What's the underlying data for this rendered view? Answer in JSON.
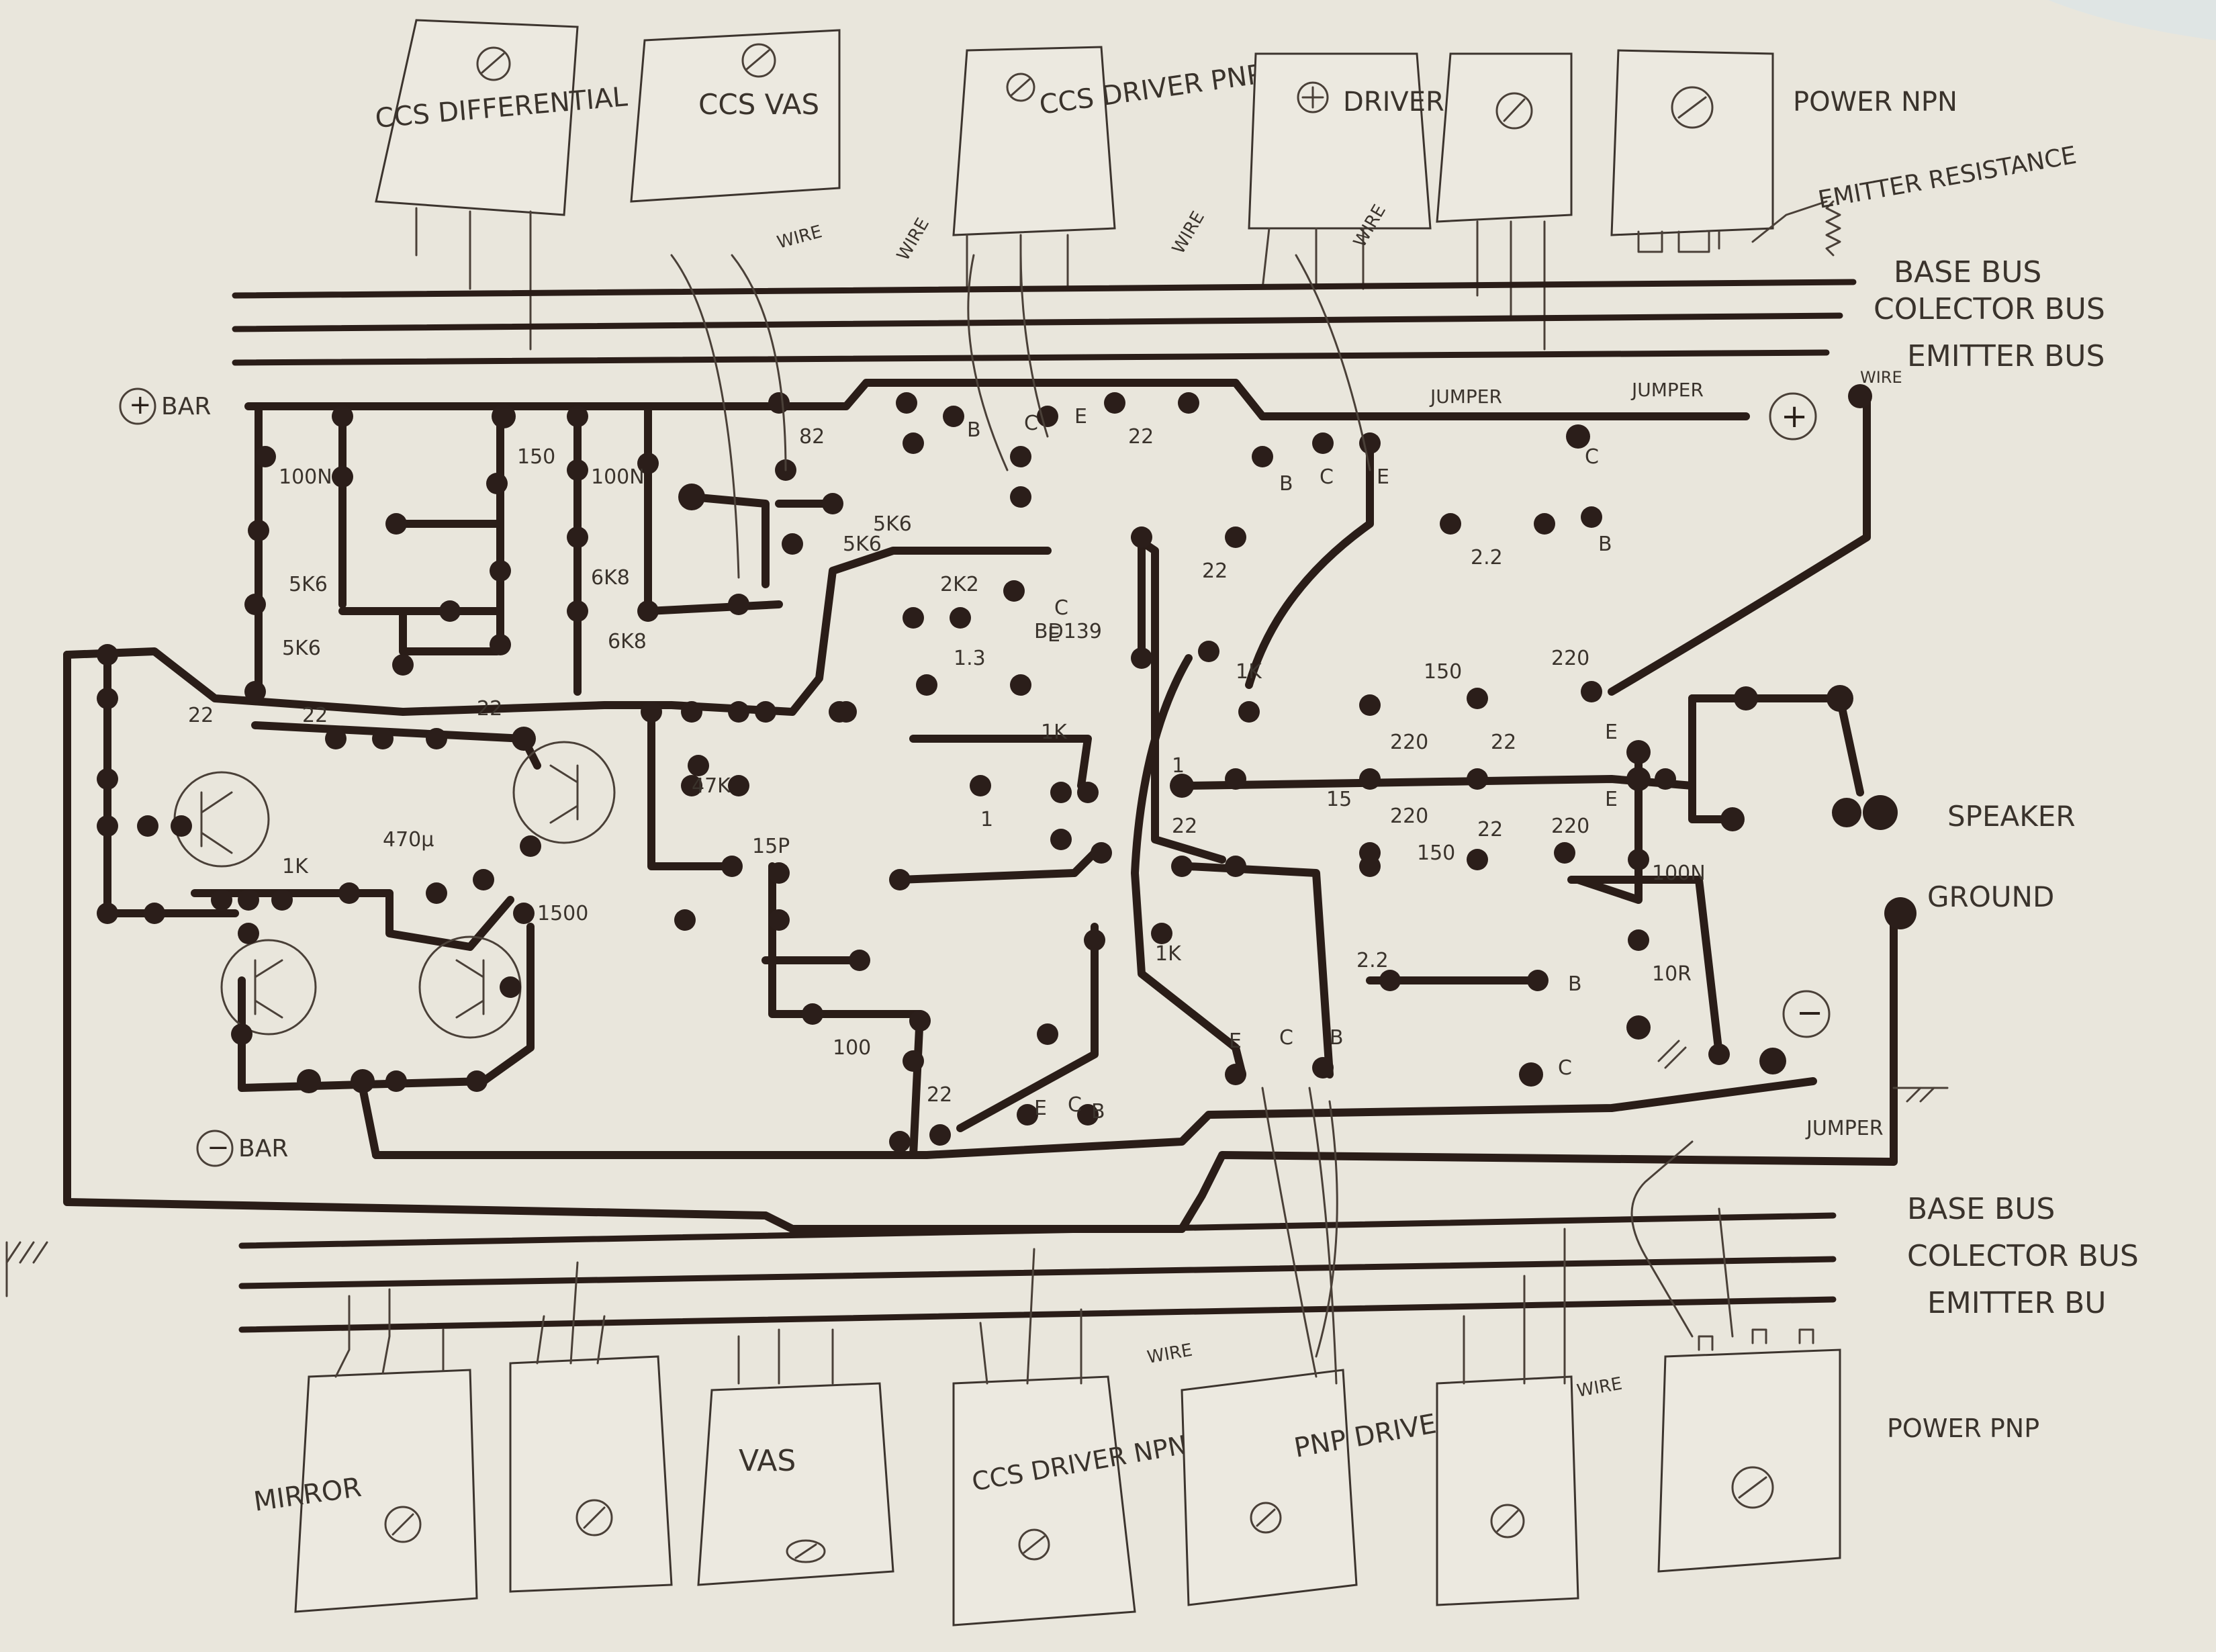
{
  "sheet": {
    "paper_color": "#e9e6dc",
    "ink_color": "#2a1d18"
  },
  "top_devices": [
    {
      "id": "ccs-differential",
      "label": "CCS DIFFERENTIAL"
    },
    {
      "id": "ccs-vas",
      "label": "CCS VAS"
    },
    {
      "id": "ccs-driver-pnp",
      "label": "CCS DRIVER PNP"
    },
    {
      "id": "driver-npn",
      "label": "DRIVER NPN"
    },
    {
      "id": "npn-output-1",
      "label": ""
    },
    {
      "id": "power-npn",
      "label": "POWER NPN"
    }
  ],
  "bottom_devices": [
    {
      "id": "mirror",
      "label": "MIRROR"
    },
    {
      "id": "mirror-2",
      "label": ""
    },
    {
      "id": "vas",
      "label": "VAS"
    },
    {
      "id": "ccs-driver-npn",
      "label": "CCS DRIVER NPN"
    },
    {
      "id": "pnp-driver",
      "label": "PNP DRIVER"
    },
    {
      "id": "pnp-output-1",
      "label": ""
    },
    {
      "id": "power-pnp",
      "label": "POWER PNP"
    }
  ],
  "top_buses": {
    "base": "BASE BUS",
    "collector": "COLECTOR BUS",
    "emitter": "EMITTER BUS"
  },
  "bottom_buses": {
    "base": "BASE BUS",
    "collector": "COLECTOR BUS",
    "emitter": "EMITTER BU"
  },
  "annotations": {
    "emitter_resistance": "EMITTER RESISTANCE",
    "plus_bar": "BAR",
    "minus_bar": "BAR",
    "speaker": "SPEAKER",
    "ground": "GROUND",
    "jumper_1": "JUMPER",
    "jumper_2": "JUMPER",
    "jumper_bottom": "JUMPER",
    "wire_1": "WIRE",
    "wire_2": "WIRE",
    "wire_3": "WIRE",
    "wire_4": "WIRE",
    "wire_5": "WIRE",
    "wire_bottom_1": "WIRE",
    "wire_bottom_2": "WIRE",
    "plus_symbol": "+",
    "minus_symbol": "−"
  },
  "components": {
    "c_100n_a": "100N",
    "r_150": "150",
    "c_100n_b": "100N",
    "r_82": "82",
    "r_5k6_a": "5K6",
    "r_5k6_b": "5K6",
    "r_6k8_a": "6K8",
    "r_6k8_b": "6K8",
    "r_5k6_c": "5K6",
    "r_5k6_d": "5K6",
    "r_2k2": "2K2",
    "r_1k3": "1.3",
    "q_bd139": "BD139",
    "r_22_a": "22",
    "r_22_b": "22",
    "r_22_c": "22",
    "r_22_d": "22",
    "r_2k2_b": "2.2",
    "r_47k": "47K",
    "c_470u": "470µ",
    "r_1k_a": "1K",
    "r_1k_b": "1K",
    "r_1k_c": "1K",
    "r_1k_d": "1K",
    "c_15p": "15P",
    "r_1500": "1500",
    "r_100": "100",
    "r_1_a": "1",
    "r_1_b": "1",
    "r_22_e": "22",
    "r_150_b": "150",
    "r_220_a": "220",
    "r_22_f": "22",
    "r_220_b": "220",
    "r_220_c": "220",
    "r_22_g": "22",
    "r_220_d": "220",
    "r_150_c": "150",
    "r_15": "15",
    "r_2k2_c": "2.2",
    "r_100n_zobel": "100N",
    "r_10r": "10R",
    "r_22_h": "22",
    "r_22_i": "22"
  },
  "pin_letters": {
    "b": "B",
    "c": "C",
    "e": "E"
  }
}
